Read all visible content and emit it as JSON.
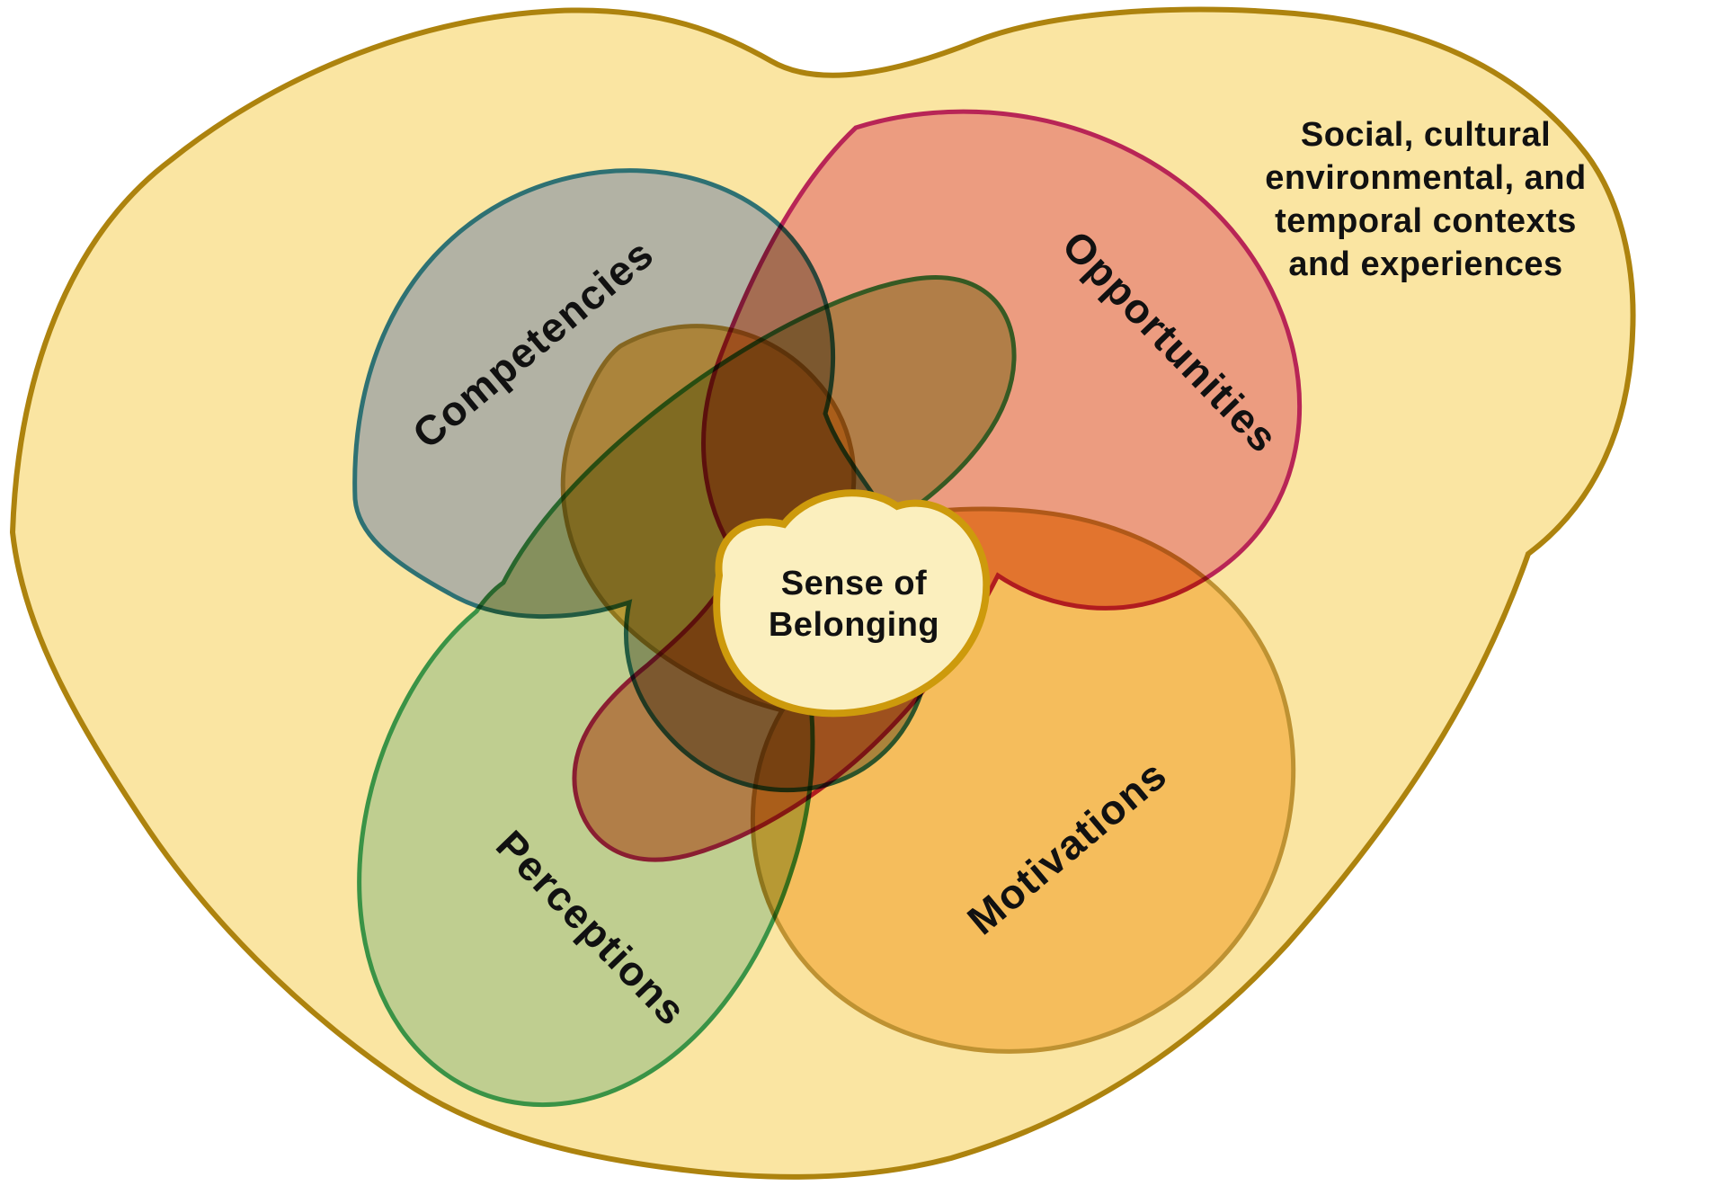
{
  "title": "Sense of Belonging framework diagram",
  "colors": {
    "page_bg": "#FFFFFF",
    "bean_fill": "#FAE5A2",
    "bean_stroke": "#AD830E",
    "competencies_fill": "#B2B2A4",
    "competencies_stroke": "#2E7173",
    "opportunities_fill": "#EC9C80",
    "opportunities_stroke": "#B82556",
    "perceptions_fill": "#BFCE90",
    "perceptions_stroke": "#3A9346",
    "motivations_fill": "#F5BD5C",
    "motivations_stroke": "#BE9232",
    "center_fill": "#FBEFBE",
    "center_stroke": "#CD9A0C",
    "text_color": "#111111"
  },
  "context_note": {
    "lines": [
      "Social, cultural",
      "environmental, and",
      "temporal contexts",
      "and experiences"
    ]
  },
  "blobs": {
    "competencies": {
      "label": "Competencies"
    },
    "opportunities": {
      "label": "Opportunities"
    },
    "perceptions": {
      "label": "Perceptions"
    },
    "motivations": {
      "label": "Motivations"
    }
  },
  "center": {
    "lines": [
      "Sense of",
      "Belonging"
    ]
  }
}
